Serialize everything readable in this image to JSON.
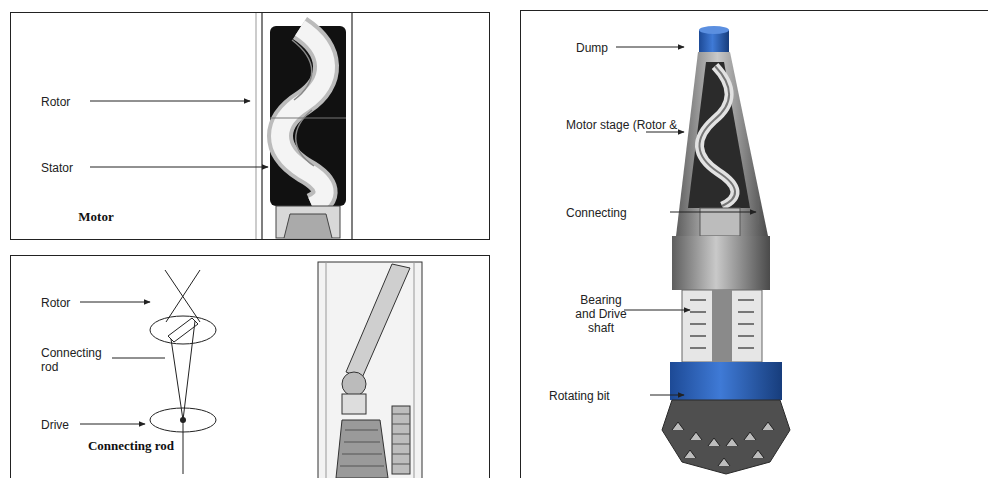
{
  "diagram": {
    "nodes": [
      {
        "text": [
          "Rotor",
          "Stator",
          "Motor"
        ]
      },
      {
        "text": [
          "Dump",
          "Motor stage (Rotor &",
          "Connecting",
          "Bearing and Drive shaft",
          "Rotating bit"
        ]
      },
      {
        "text": [
          "Rotor",
          "Connecting rod",
          "Drive",
          "Connecting rod"
        ]
      }
    ]
  }
}
